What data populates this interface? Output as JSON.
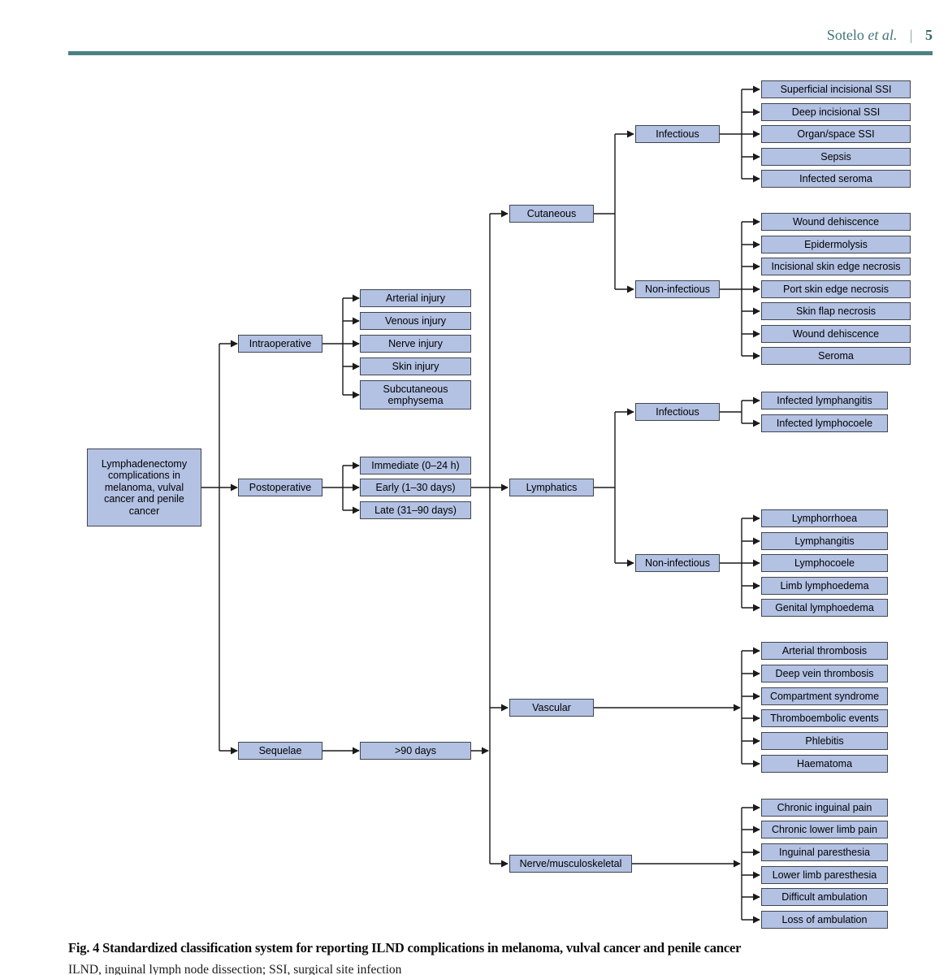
{
  "header": {
    "running_author": "Sotelo",
    "et_al": "et al.",
    "divider": "|",
    "page_number": "5"
  },
  "figure": {
    "root": "Lymphadenectomy complications in melanoma, vulval cancer and penile cancer",
    "intraoperative": {
      "label": "Intraoperative",
      "children": [
        "Arterial injury",
        "Venous injury",
        "Nerve injury",
        "Skin injury",
        "Subcutaneous emphysema"
      ]
    },
    "postoperative": {
      "label": "Postoperative",
      "children": [
        "Immediate (0–24 h)",
        "Early (1–30 days)",
        "Late (31–90 days)"
      ]
    },
    "sequelae": {
      "label": "Sequelae",
      "children": [
        ">90 days"
      ]
    },
    "cutaneous": {
      "label": "Cutaneous",
      "infectious": {
        "label": "Infectious",
        "children": [
          "Superficial incisional SSI",
          "Deep incisional SSI",
          "Organ/space SSI",
          "Sepsis",
          "Infected seroma"
        ]
      },
      "non_infectious": {
        "label": "Non-infectious",
        "children": [
          "Wound dehiscence",
          "Epidermolysis",
          "Incisional skin edge necrosis",
          "Port skin edge necrosis",
          "Skin flap necrosis",
          "Wound dehiscence",
          "Seroma"
        ]
      }
    },
    "lymphatics": {
      "label": "Lymphatics",
      "infectious": {
        "label": "Infectious",
        "children": [
          "Infected lymphangitis",
          "Infected lymphocoele"
        ]
      },
      "non_infectious": {
        "label": "Non-infectious",
        "children": [
          "Lymphorrhoea",
          "Lymphangitis",
          "Lymphocoele",
          "Limb lymphoedema",
          "Genital lymphoedema"
        ]
      }
    },
    "vascular": {
      "label": "Vascular",
      "children": [
        "Arterial thrombosis",
        "Deep vein thrombosis",
        "Compartment syndrome",
        "Thromboembolic events",
        "Phlebitis",
        "Haematoma"
      ]
    },
    "nerve_musculoskeletal": {
      "label": "Nerve/musculoskeletal",
      "children": [
        "Chronic inguinal pain",
        "Chronic lower limb pain",
        "Inguinal paresthesia",
        "Lower limb paresthesia",
        "Difficult ambulation",
        "Loss of ambulation"
      ]
    }
  },
  "caption": {
    "figure_title": "Fig. 4 Standardized classification system for reporting ILND complications in melanoma, vulval cancer and penile cancer",
    "footnote": "ILND, inguinal lymph node dissection; SSI, surgical site infection"
  },
  "colors": {
    "node_fill": "#b3c1e3",
    "node_border": "#41454d",
    "connector_line": "#1a1a1a",
    "rule_teal": "#4c8184",
    "header_text": "#41747a"
  }
}
